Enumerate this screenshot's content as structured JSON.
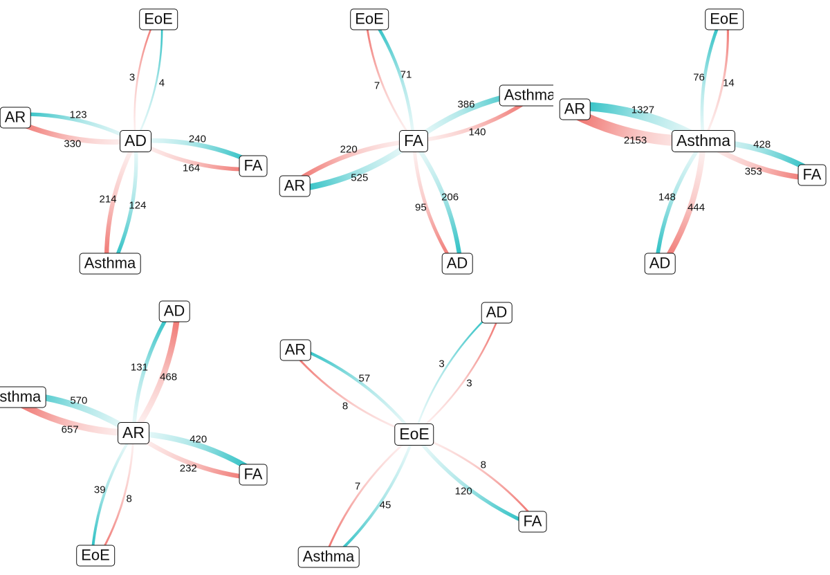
{
  "colors": {
    "teal": "#1fbcc0",
    "red": "#ef6f6a"
  },
  "panels": [
    {
      "center": "AD",
      "edges": [
        {
          "target": "EoE",
          "teal": 4,
          "red": 3
        },
        {
          "target": "AR",
          "teal": 123,
          "red": 330
        },
        {
          "target": "FA",
          "teal": 240,
          "red": 164
        },
        {
          "target": "Asthma",
          "teal": 124,
          "red": 214
        }
      ]
    },
    {
      "center": "FA",
      "edges": [
        {
          "target": "EoE",
          "teal": 71,
          "red": 7
        },
        {
          "target": "Asthma",
          "teal": 386,
          "red": 140
        },
        {
          "target": "AR",
          "teal": 525,
          "red": 220
        },
        {
          "target": "AD",
          "teal": 206,
          "red": 95
        }
      ]
    },
    {
      "center": "Asthma",
      "edges": [
        {
          "target": "EoE",
          "teal": 76,
          "red": 14
        },
        {
          "target": "AR",
          "teal": 1327,
          "red": 2153
        },
        {
          "target": "FA",
          "teal": 428,
          "red": 353
        },
        {
          "target": "AD",
          "teal": 148,
          "red": 444
        }
      ]
    },
    {
      "center": "AR",
      "edges": [
        {
          "target": "AD",
          "teal": 131,
          "red": 468
        },
        {
          "target": "Asthma",
          "teal": 570,
          "red": 657
        },
        {
          "target": "FA",
          "teal": 420,
          "red": 232
        },
        {
          "target": "EoE",
          "teal": 39,
          "red": 8
        }
      ]
    },
    {
      "center": "EoE",
      "edges": [
        {
          "target": "AD",
          "teal": 3,
          "red": 3
        },
        {
          "target": "AR",
          "teal": 57,
          "red": 8
        },
        {
          "target": "FA",
          "teal": 120,
          "red": 8
        },
        {
          "target": "Asthma",
          "teal": 45,
          "red": 7
        }
      ]
    }
  ]
}
